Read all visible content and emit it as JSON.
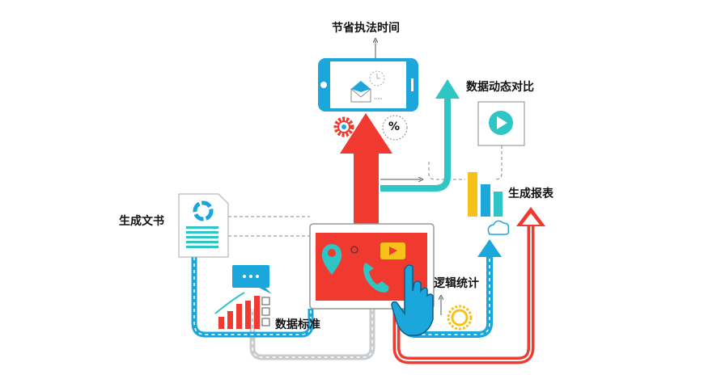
{
  "labels": {
    "save_time": "节省执法时间",
    "dynamic_compare": "数据动态对比",
    "generate_report": "生成报表",
    "generate_document": "生成文书",
    "data_standard": "数据标准",
    "logic_stats": "逻辑统计"
  },
  "icons": {
    "percent": "%"
  },
  "colors": {
    "red": "#f0392f",
    "blue": "#1ba6dc",
    "cyan": "#2ec5c5",
    "yellow": "#f6c21a",
    "gray": "#c9ccce"
  }
}
